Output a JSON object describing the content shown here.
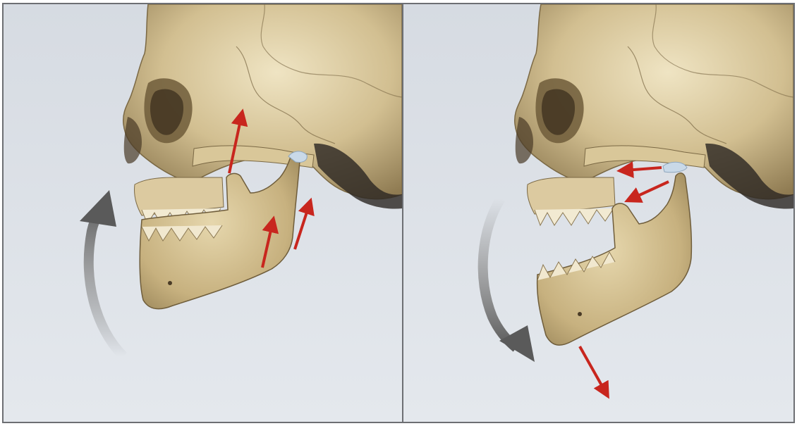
{
  "colors": {
    "background_top": "#d8dde4",
    "background_bottom": "#e3e7ec",
    "bone_light": "#e8dcb8",
    "bone_mid": "#c9b586",
    "bone_dark": "#8e7a50",
    "shadow": "#2a2622",
    "arrow_red": "#c8261e",
    "arrow_gray": "#6c6c6c",
    "disc_blue": "#b9cde0",
    "divider": "#6d6f73"
  },
  "panels": [
    {
      "id": "jaw-closing",
      "icons": [
        "skull-icon",
        "mandible-icon",
        "curved-arrow-up-icon",
        "force-arrow-icon"
      ],
      "rotation": "closing"
    },
    {
      "id": "jaw-opening",
      "icons": [
        "skull-icon",
        "mandible-icon",
        "curved-arrow-down-icon",
        "force-arrow-icon",
        "articular-disc-icon"
      ],
      "rotation": "opening"
    }
  ]
}
